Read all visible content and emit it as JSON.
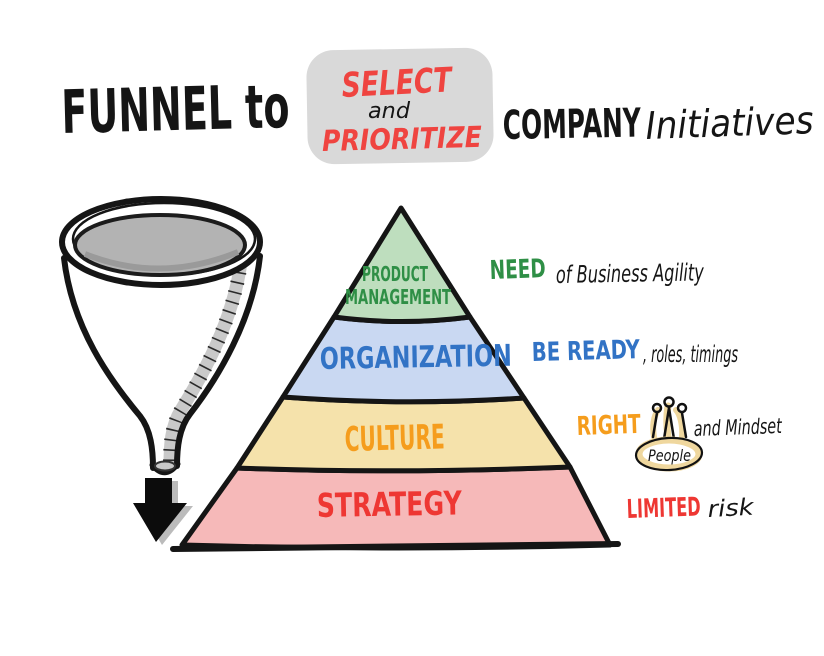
{
  "title": {
    "prefix": "FUNNEL to",
    "highlight_box": {
      "word1": "SELECT",
      "connector": "and",
      "word2": "PRIORITIZE",
      "bg_color": "#d9d9d9",
      "word_color": "#ef4440"
    },
    "suffix_word": "COMPANY",
    "suffix_script": "Initiatives"
  },
  "funnel": {
    "top_fill": "#b3b3b3",
    "stripe_fill": "#c9c9c9"
  },
  "pyramid": {
    "layers": [
      {
        "line1": "PRODUCT",
        "line2": "MANAGEMENT",
        "fill": "#bedebe",
        "text_color": "#2f8f46"
      },
      {
        "label": "ORGANIZATION",
        "fill": "#c9d8f2",
        "text_color": "#3273c5"
      },
      {
        "label": "CULTURE",
        "fill": "#f5e2ab",
        "text_color": "#f59d1d"
      },
      {
        "label": "STRATEGY",
        "fill": "#f6b9b9",
        "text_color": "#ee3733"
      }
    ]
  },
  "annotations": [
    {
      "emphasis": "NEED",
      "emphasis_color": "#2f8f46",
      "rest": "of Business Agility"
    },
    {
      "emphasis": "BE READY",
      "emphasis_color": "#3273c5",
      "rest": ", roles, timings"
    },
    {
      "emphasis": "RIGHT",
      "emphasis_color": "#f59d1d",
      "icon_label": "People",
      "rest": "and Mindset"
    },
    {
      "emphasis": "LIMITED",
      "emphasis_color": "#ee3733",
      "rest": "risk"
    }
  ]
}
